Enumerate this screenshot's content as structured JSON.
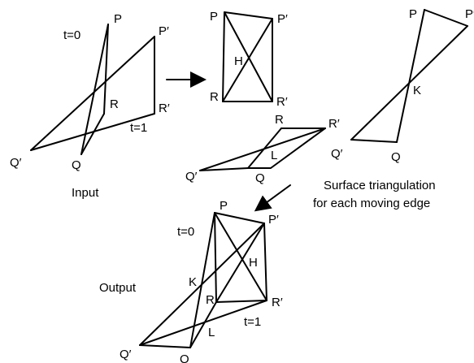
{
  "input_panel": {
    "caption": "Input",
    "t0": "t=0",
    "t1": "t=1",
    "points": {
      "P": "P",
      "P_prime": "P′",
      "R": "R",
      "R_prime": "R′",
      "Q": "Q",
      "Q_prime": "Q′"
    }
  },
  "triangulation": {
    "quad": {
      "P": "P",
      "P_prime": "P′",
      "R": "R",
      "R_prime": "R′",
      "H": "H"
    },
    "bowtie": {
      "P": "P",
      "P_prime": "P′",
      "Q": "Q",
      "Q_prime": "Q′",
      "K": "K"
    },
    "parallelogram": {
      "R": "R",
      "R_prime": "R′",
      "Q": "Q",
      "Q_prime": "Q′",
      "L": "L"
    },
    "caption_line1": "Surface triangulation",
    "caption_line2": "for each moving edge"
  },
  "output_panel": {
    "caption": "Output",
    "t0": "t=0",
    "t1": "t=1",
    "points": {
      "P": "P",
      "P_prime": "P′",
      "R": "R",
      "R_prime": "R′",
      "Q": "Q",
      "Q_prime": "Q′",
      "H": "H",
      "K": "K",
      "L": "L"
    }
  }
}
